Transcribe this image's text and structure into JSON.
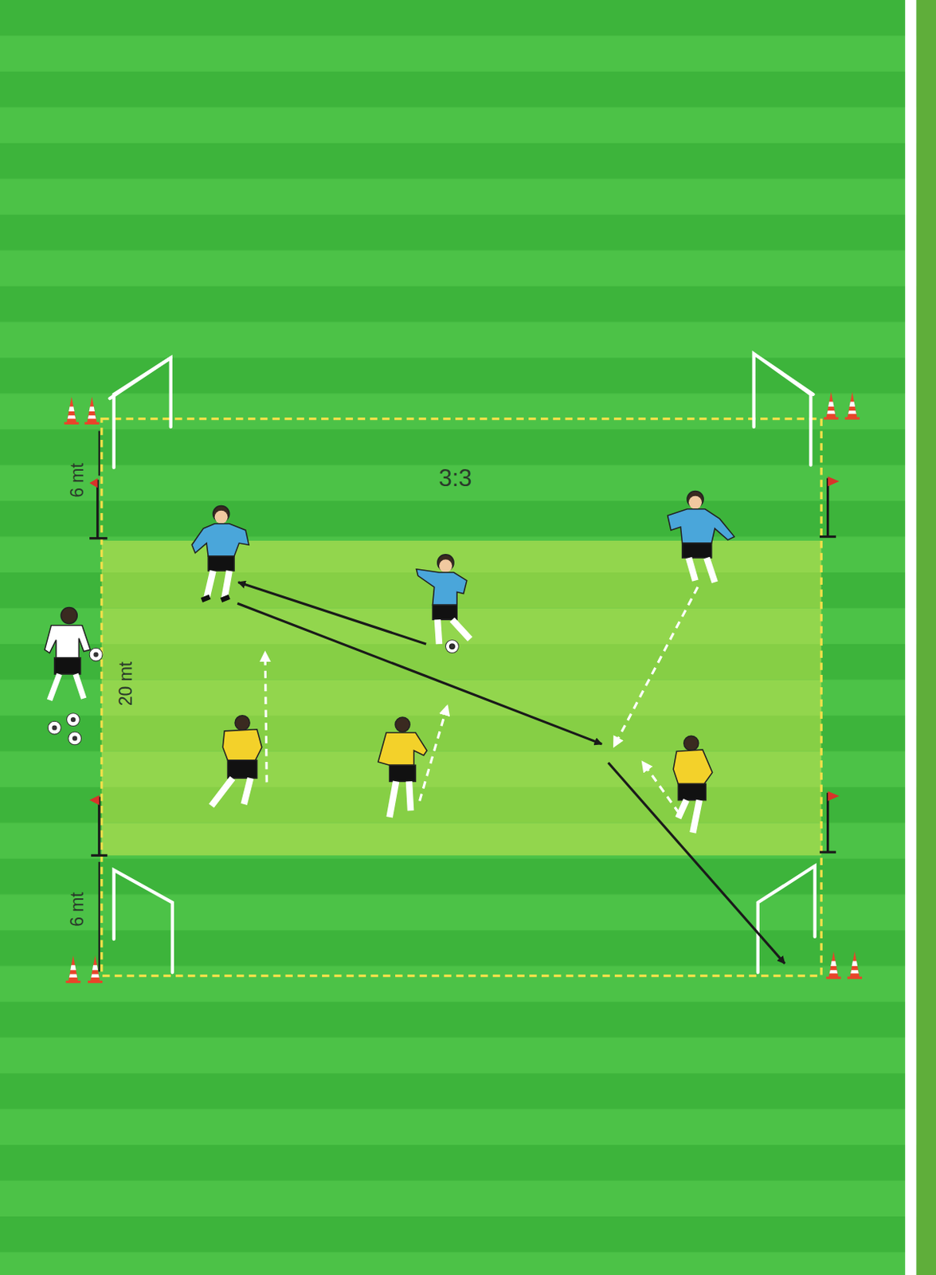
{
  "diagram": {
    "labels": [
      "3:3",
      "6 mt",
      "20 mt",
      "6 mt"
    ]
  }
}
